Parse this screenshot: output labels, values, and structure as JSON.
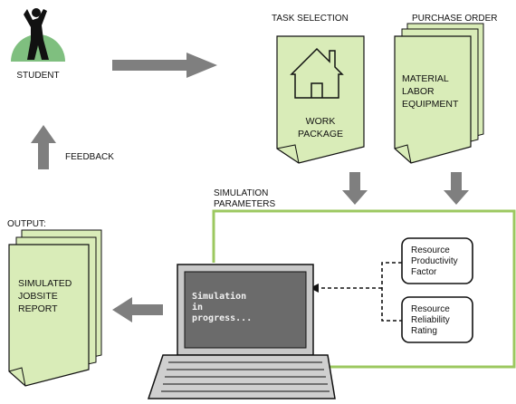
{
  "student": {
    "label": "STUDENT"
  },
  "feedback": {
    "label": "FEEDBACK"
  },
  "task_selection": {
    "heading": "TASK SELECTION",
    "lines": [
      "WORK",
      "PACKAGE"
    ]
  },
  "purchase_order": {
    "heading": "PURCHASE ORDER",
    "lines": [
      "MATERIAL",
      "LABOR",
      "EQUIPMENT"
    ]
  },
  "simulation_parameters": {
    "lines": [
      "SIMULATION",
      "PARAMETERS"
    ]
  },
  "output": {
    "heading": "OUTPUT:",
    "lines": [
      "SIMULATED",
      "JOBSITE",
      "REPORT"
    ]
  },
  "laptop": {
    "screen_lines": [
      "Simulation",
      "in",
      "progress..."
    ]
  },
  "parameters": [
    {
      "lines": [
        "Resource",
        "Productivity",
        "Factor"
      ]
    },
    {
      "lines": [
        "Resource",
        "Reliability",
        "Rating"
      ]
    }
  ],
  "colors": {
    "doc_fill": "#d9ecb8",
    "frame_green": "#9cc860",
    "arrow_gray": "#7f7f7f",
    "student_bg": "#7fbf7f"
  }
}
